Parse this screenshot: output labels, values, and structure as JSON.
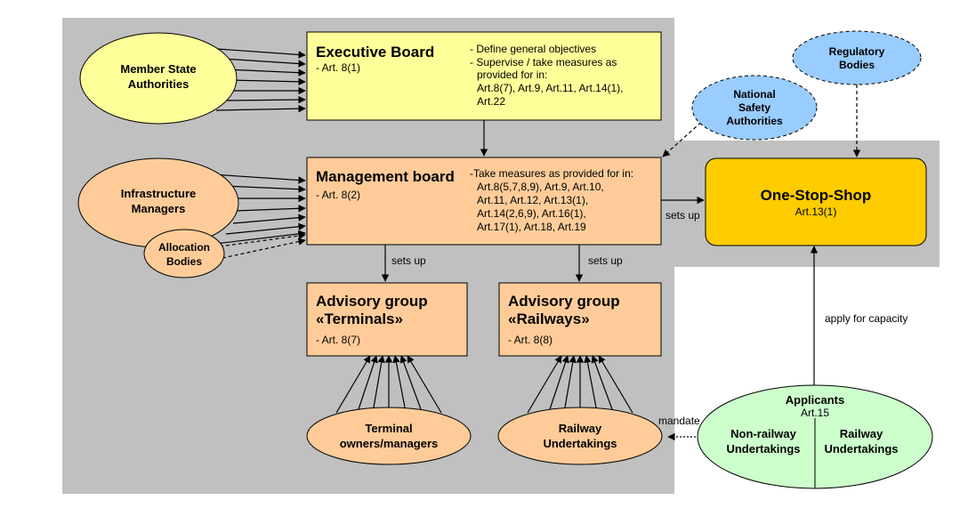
{
  "executive_board": {
    "title": "Executive Board",
    "ref": "- Art. 8(1)",
    "tasks": [
      "- Define general objectives",
      "- Supervise / take measures as",
      "provided for in:",
      "Art.8(7),  Art.9,  Art.11,  Art.14(1),",
      "Art.22"
    ]
  },
  "management_board": {
    "title": "Management board",
    "ref": "- Art. 8(2)",
    "tasks": [
      "-Take measures as provided for in:",
      "Art.8(5,7,8,9),  Art.9,  Art.10,",
      "Art.11,  Art.12,  Art.13(1),",
      "Art.14(2,6,9),  Art.16(1),",
      "Art.17(1),   Art.18,  Art.19"
    ]
  },
  "advisory_terminals": {
    "title_line1": "Advisory group",
    "title_line2": "«Terminals»",
    "ref": "- Art. 8(7)"
  },
  "advisory_railways": {
    "title_line1": "Advisory group",
    "title_line2": "«Railways»",
    "ref": "- Art. 8(8)"
  },
  "one_stop_shop": {
    "title": "One-Stop-Shop",
    "ref": "Art.13(1)"
  },
  "member_state": {
    "line1": "Member State",
    "line2": "Authorities"
  },
  "infrastructure": {
    "line1": "Infrastructure",
    "line2": "Managers"
  },
  "allocation": {
    "line1": "Allocation",
    "line2": "Bodies"
  },
  "terminal_owners": {
    "line1": "Terminal",
    "line2": "owners/managers"
  },
  "railway_undertakings": {
    "line1": "Railway",
    "line2": "Undertakings"
  },
  "national_safety": {
    "line1": "National",
    "line2": "Safety",
    "line3": "Authorities"
  },
  "regulatory": {
    "line1": "Regulatory",
    "line2": "Bodies"
  },
  "applicants": {
    "title": "Applicants",
    "ref": "Art.15",
    "left_line1": "Non-railway",
    "left_line2": "Undertakings",
    "right_line1": "Railway",
    "right_line2": "Undertakings"
  },
  "labels": {
    "sets_up_left": "sets up",
    "sets_up_right": "sets up",
    "sets_up_oss": "sets up",
    "apply_for_capacity": "apply for capacity",
    "mandate": "mandate"
  },
  "colors": {
    "grey_area": "#c0c0c0",
    "yellow_box": "#ffff99",
    "orange_box": "#ffcc99",
    "gold_box": "#ffcc00",
    "blue_ellipse": "#99ccff",
    "green_ellipse": "#ccffcc"
  }
}
